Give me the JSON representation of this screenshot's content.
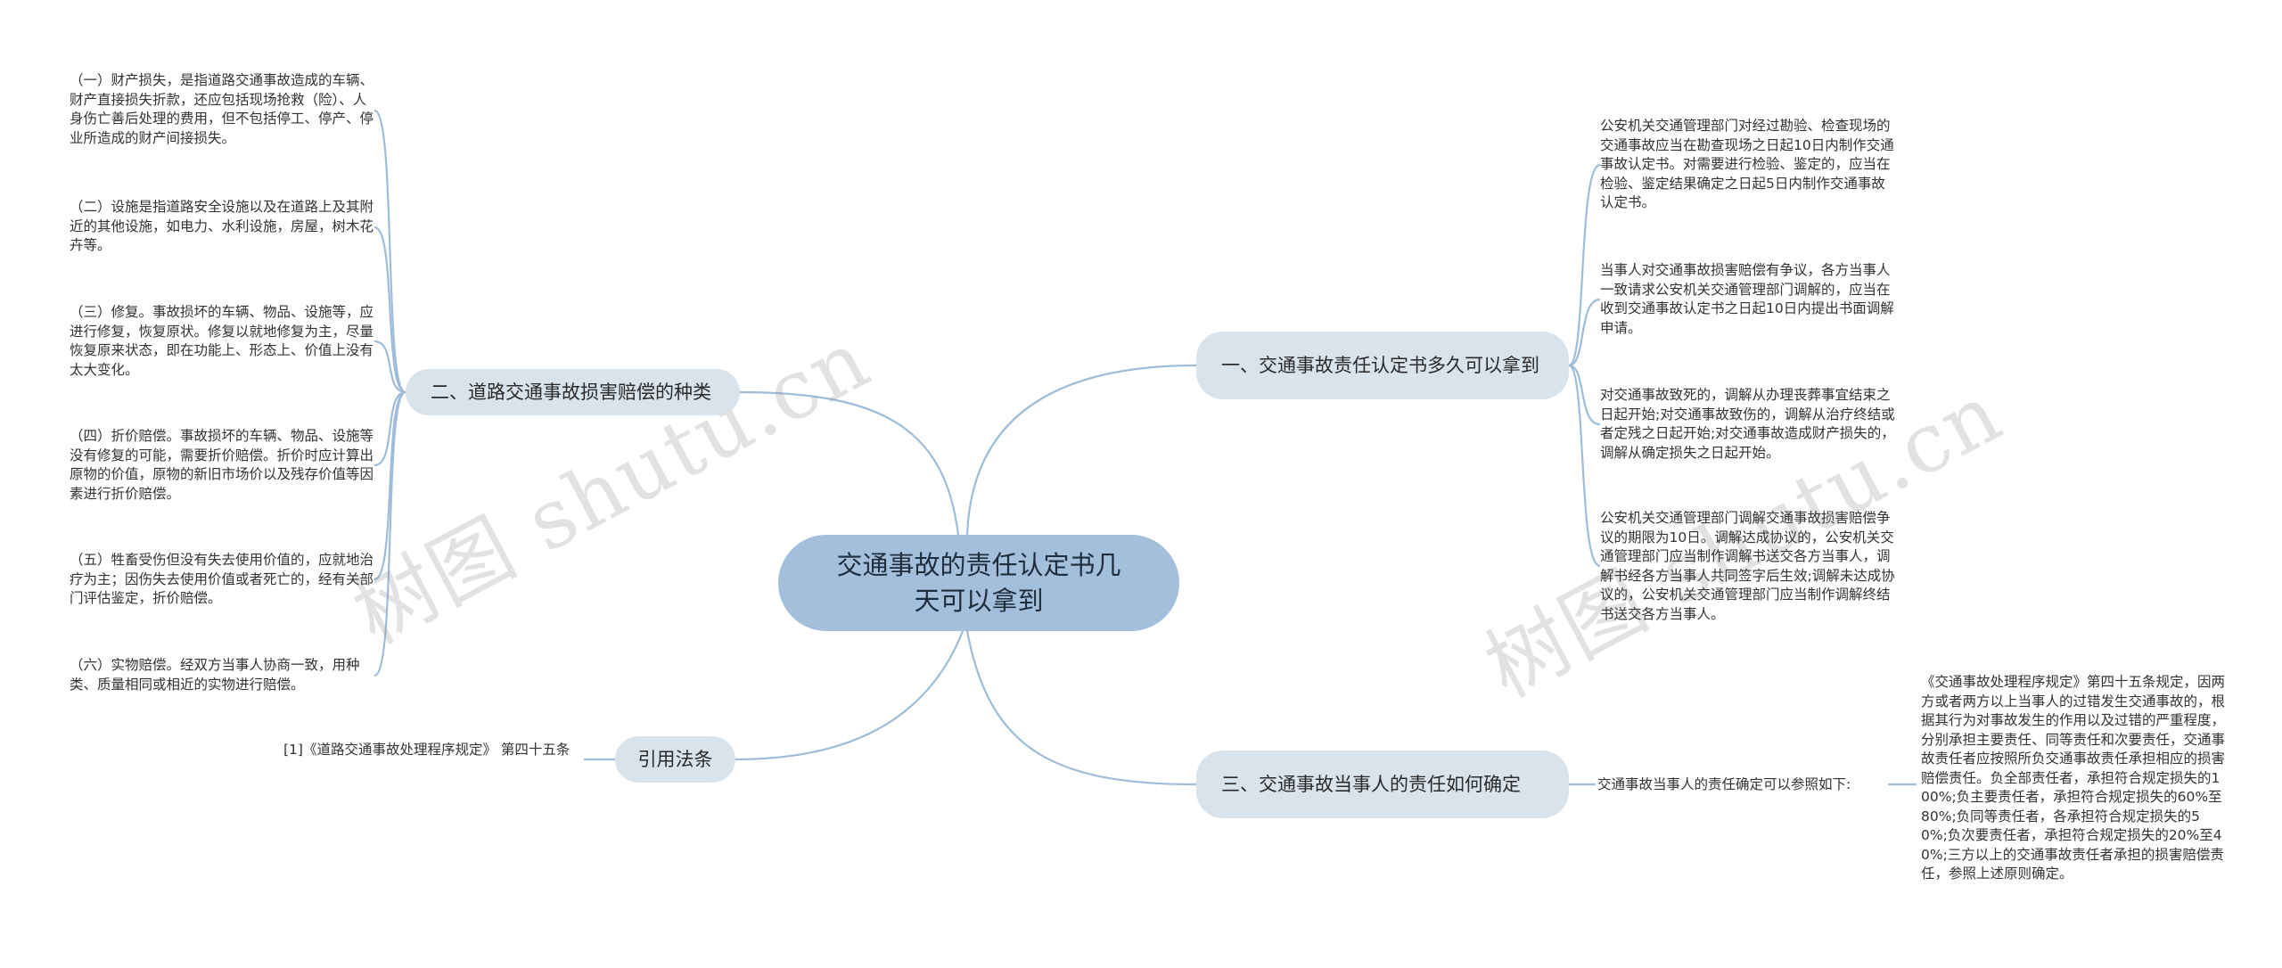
{
  "root": {
    "title": "交通事故的责任认定书几天可以拿到"
  },
  "watermark": "树图 shutu.cn",
  "branches": {
    "b1": {
      "label": "一、交通事故责任认定书多久可以拿到",
      "leaves": [
        "公安机关交通管理部门对经过勘验、检查现场的交通事故应当在勘查现场之日起10日内制作交通事故认定书。对需要进行检验、鉴定的，应当在检验、鉴定结果确定之日起5日内制作交通事故认定书。",
        "当事人对交通事故损害赔偿有争议，各方当事人一致请求公安机关交通管理部门调解的，应当在收到交通事故认定书之日起10日内提出书面调解申请。",
        "对交通事故致死的，调解从办理丧葬事宜结束之日起开始;对交通事故致伤的，调解从治疗终结或者定残之日起开始;对交通事故造成财产损失的，调解从确定损失之日起开始。",
        "公安机关交通管理部门调解交通事故损害赔偿争议的期限为10日。调解达成协议的，公安机关交通管理部门应当制作调解书送交各方当事人，调解书经各方当事人共同签字后生效;调解未达成协议的，公安机关交通管理部门应当制作调解终结书送交各方当事人。"
      ]
    },
    "b2": {
      "label": "二、道路交通事故损害赔偿的种类",
      "leaves": [
        "（一）财产损失，是指道路交通事故造成的车辆、财产直接损失折款，还应包括现场抢救（险）、人身伤亡善后处理的费用，但不包括停工、停产、停业所造成的财产间接损失。",
        "（二）设施是指道路安全设施以及在道路上及其附近的其他设施，如电力、水利设施，房屋，树木花卉等。",
        "（三）修复。事故损坏的车辆、物品、设施等，应进行修复，恢复原状。修复以就地修复为主，尽量恢复原来状态，即在功能上、形态上、价值上没有太大变化。",
        "（四）折价赔偿。事故损坏的车辆、物品、设施等没有修复的可能，需要折价赔偿。折价时应计算出原物的价值，原物的新旧市场价以及残存价值等因素进行折价赔偿。",
        "（五）牲畜受伤但没有失去使用价值的，应就地治疗为主；因伤失去使用价值或者死亡的，经有关部门评估鉴定，折价赔偿。",
        "（六）实物赔偿。经双方当事人协商一致，用种类、质量相同或相近的实物进行赔偿。"
      ]
    },
    "b3": {
      "label": "三、交通事故当事人的责任如何确定",
      "mid": "交通事故当事人的责任确定可以参照如下:",
      "leaf": "《交通事故处理程序规定》第四十五条规定，因两方或者两方以上当事人的过错发生交通事故的，根据其行为对事故发生的作用以及过错的严重程度，分别承担主要责任、同等责任和次要责任，交通事故责任者应按照所负交通事故责任承担相应的损害赔偿责任。负全部责任者，承担符合规定损失的100%;负主要责任者，承担符合规定损失的60%至80%;负同等责任者，各承担符合规定损失的50%;负次要责任者，承担符合规定损失的20%至40%;三方以上的交通事故责任者承担的损害赔偿责任，参照上述原则确定。"
    },
    "b4": {
      "label": "引用法条",
      "leaf": "[1]《道路交通事故处理程序规定》 第四十五条"
    }
  }
}
